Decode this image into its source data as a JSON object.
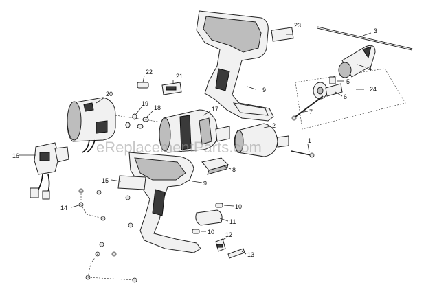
{
  "watermark": "eReplacementParts.com",
  "callouts": {
    "c1": "1",
    "c2": "2",
    "c3": "3",
    "c4": "4",
    "c5": "5",
    "c6": "6",
    "c7": "7",
    "c8": "8",
    "c9a": "9",
    "c9b": "9",
    "c10a": "10",
    "c10b": "10",
    "c11": "11",
    "c12": "12",
    "c13": "13",
    "c14": "14",
    "c15": "15",
    "c16": "16",
    "c17": "17",
    "c18": "18",
    "c19": "19",
    "c20": "20",
    "c21": "21",
    "c22": "22",
    "c23": "23",
    "c24": "24"
  }
}
